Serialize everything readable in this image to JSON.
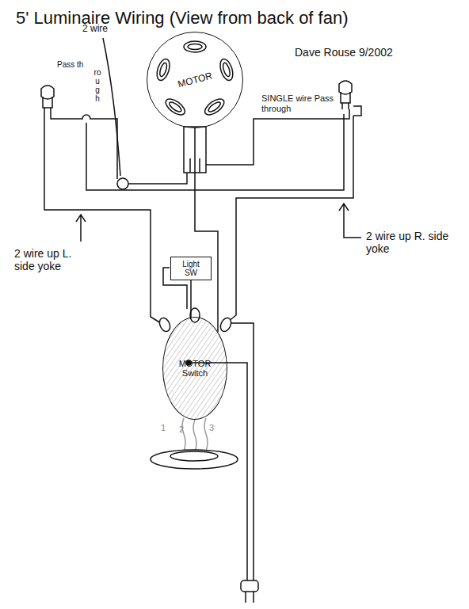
{
  "diagram": {
    "title": "5' Luminaire Wiring  (View from back of fan)",
    "nodes": [
      {
        "text": [
          "MOTOR"
        ]
      },
      {
        "text": [
          "Light SW"
        ]
      },
      {
        "text": [
          "MOTOR Switch"
        ]
      }
    ],
    "edges": [
      {
        "from": 0,
        "to": 2,
        "arrow": "none"
      },
      {
        "from": 1,
        "to": 2,
        "arrow": "none"
      }
    ],
    "labels": [
      "Dave Rouse  9/2002",
      "2 wire",
      "Pass th",
      "rough",
      "SINGLE wire Pass through",
      "2 wire up L. side yoke",
      "2 wire up R. side yoke",
      "1",
      "2",
      "3"
    ]
  }
}
